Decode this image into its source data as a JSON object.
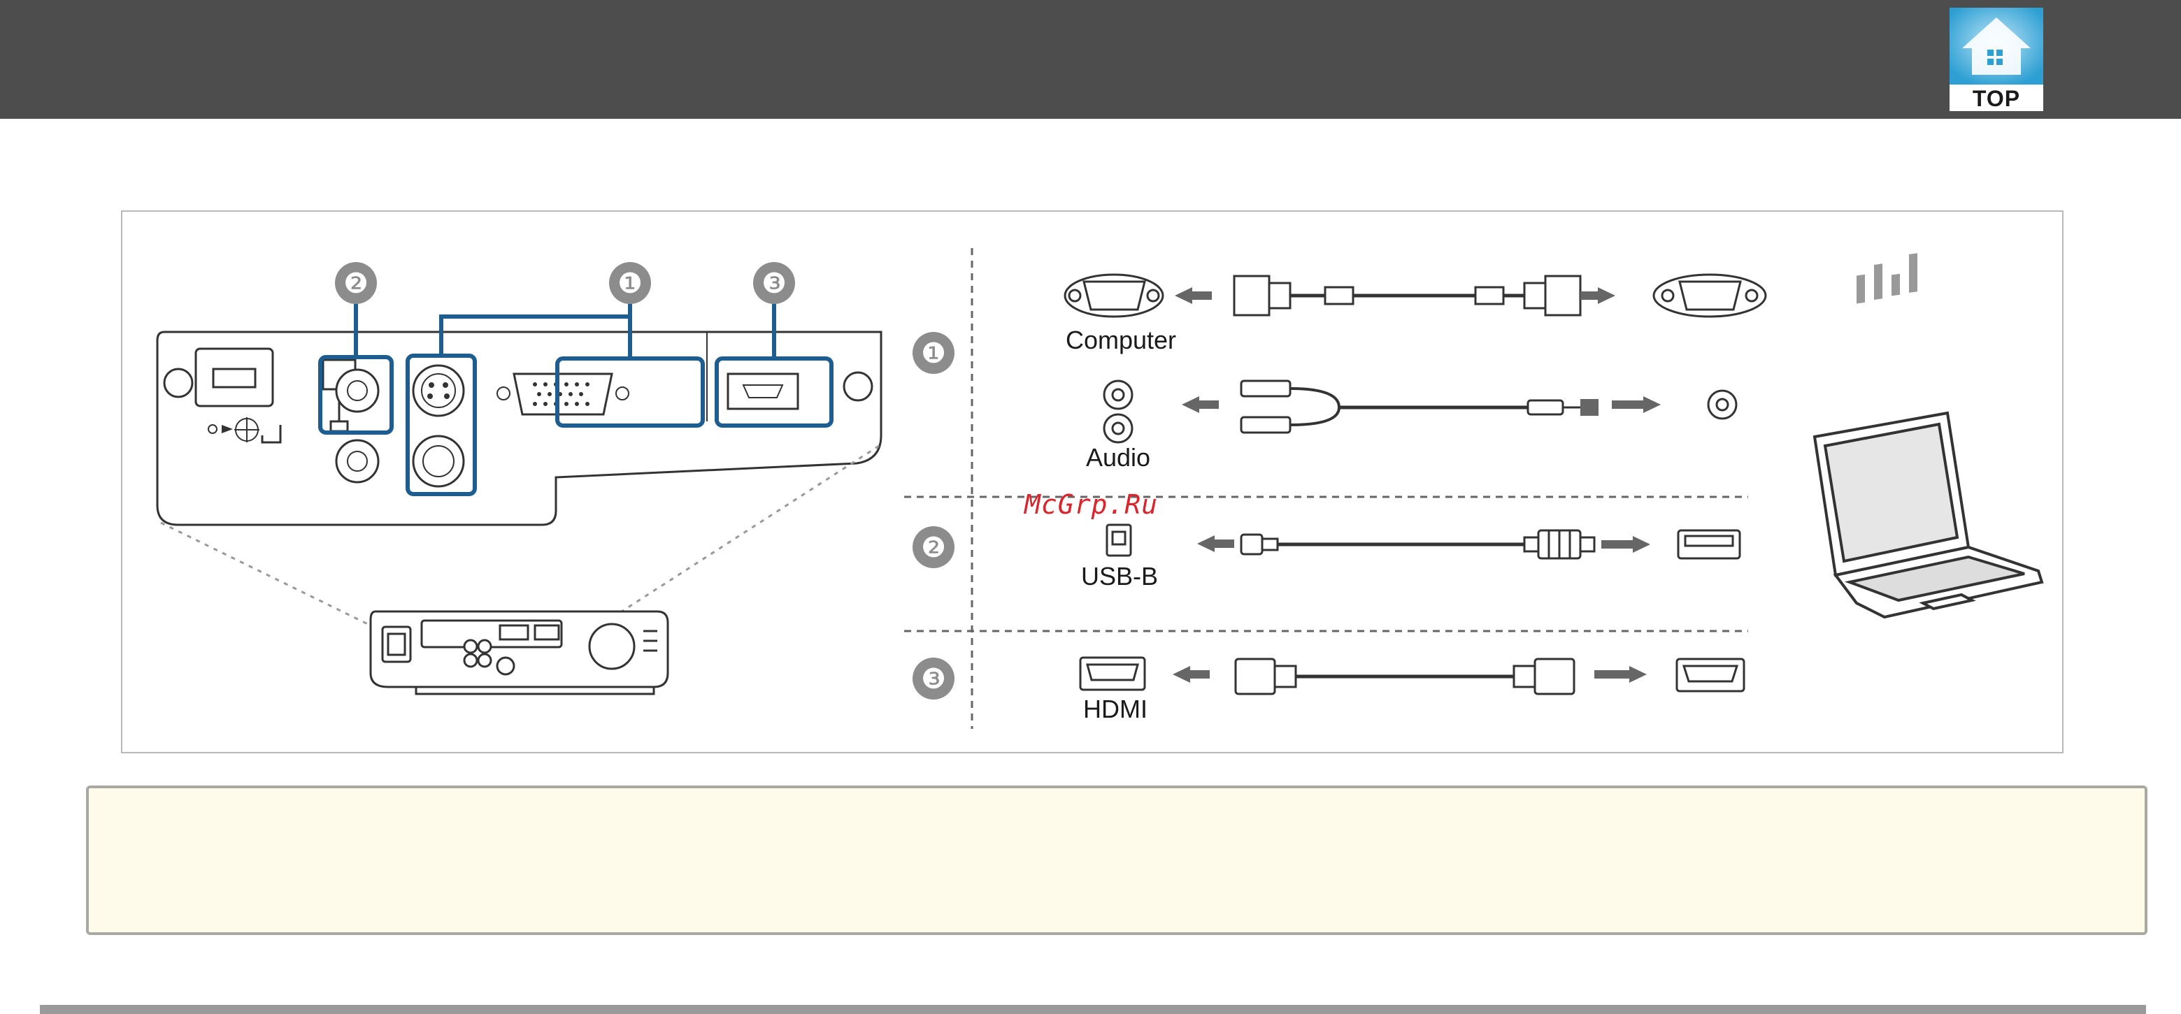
{
  "nav": {
    "top_button_label": "TOP"
  },
  "figure": {
    "callouts": {
      "one": "❶",
      "two": "❷",
      "three": "❸"
    },
    "rows": {
      "computer_label": "Computer",
      "audio_label": "Audio",
      "usb_label": "USB-B",
      "hdmi_label": "HDMI"
    },
    "watermark": "McGrp.Ru"
  },
  "colors": {
    "header": "#4d4d4d",
    "highlight": "#1d5d8f",
    "note_background": "#fefbea",
    "note_border": "#a9a9a1",
    "arrow": "#666666",
    "watermark": "#d9262c"
  }
}
